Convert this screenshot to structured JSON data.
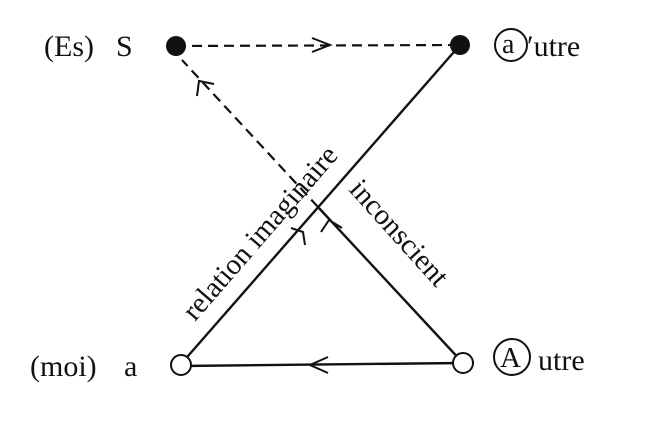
{
  "nodes": {
    "S": {
      "prefix": "(Es)",
      "label": "S"
    },
    "a_prime": {
      "circled": "a",
      "suffix": "′utre"
    },
    "a": {
      "prefix": "(moi)",
      "label": "a"
    },
    "A": {
      "circled": "A",
      "suffix": "utre"
    }
  },
  "edges": {
    "imaginary": "relation imaginaire",
    "unconscious": "inconscient"
  },
  "colors": {
    "ink": "#111111",
    "background": "#ffffff"
  }
}
